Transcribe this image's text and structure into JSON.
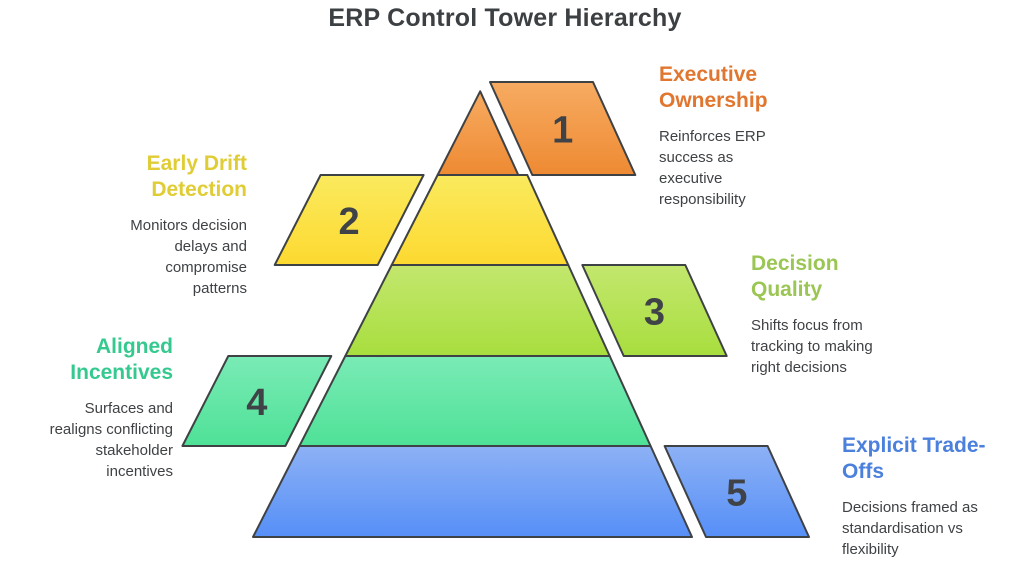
{
  "title": "ERP Control Tower Hierarchy",
  "title_color": "#3d4043",
  "outline_color": "#3f4245",
  "number_color": "#3f4347",
  "text_color": "#3f4245",
  "background_color": "#ffffff",
  "levels": [
    {
      "number": "1",
      "name": "Executive Ownership",
      "description": "Reinforces ERP success as executive responsibility",
      "side": "right",
      "color_top": "#f7ab61",
      "color_bottom": "#ee8a33",
      "heading_color": "#e0762f"
    },
    {
      "number": "2",
      "name": "Early Drift Detection",
      "description": "Monitors decision delays and compromise patterns",
      "side": "left",
      "color_top": "#faea5e",
      "color_bottom": "#fdd930",
      "heading_color": "#e0cd35"
    },
    {
      "number": "3",
      "name": "Decision Quality",
      "description": "Shifts focus from tracking to making right decisions",
      "side": "right",
      "color_top": "#c3e76e",
      "color_bottom": "#a8de3e",
      "heading_color": "#9bc653"
    },
    {
      "number": "4",
      "name": "Aligned Incentives",
      "description": "Surfaces and realigns conflicting stakeholder incentives",
      "side": "left",
      "color_top": "#7aebb6",
      "color_bottom": "#4fe197",
      "heading_color": "#35c98f"
    },
    {
      "number": "5",
      "name": "Explicit Trade-Offs",
      "description": "Decisions framed as standardisation vs flexibility",
      "side": "right",
      "color_top": "#8db1f5",
      "color_bottom": "#568ff7",
      "heading_color": "#4b80dd"
    }
  ]
}
